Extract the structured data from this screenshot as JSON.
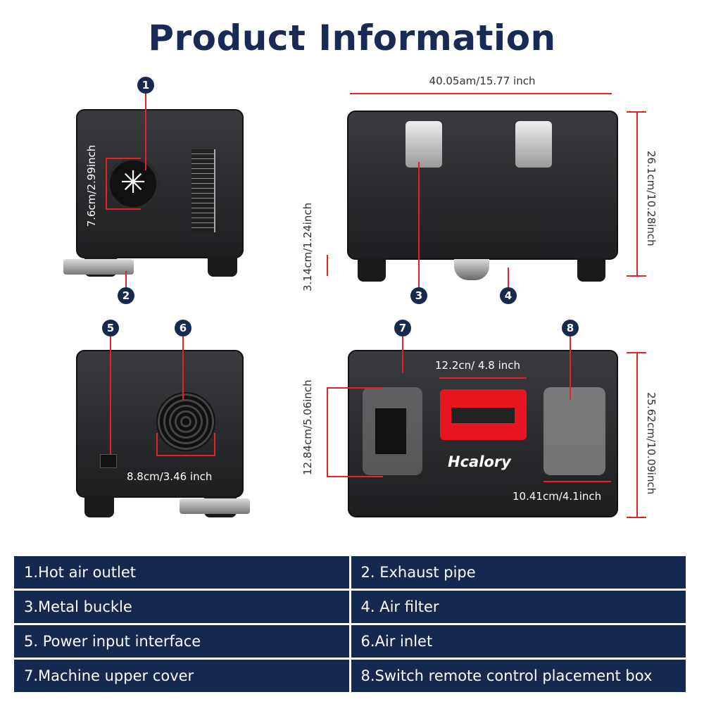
{
  "title": "Product Information",
  "brand": "Hcalory",
  "colors": {
    "navy": "#13294f",
    "dimension_red": "#e5222a",
    "handle_red": "#e8161e"
  },
  "callouts": [
    "1",
    "2",
    "3",
    "4",
    "5",
    "6",
    "7",
    "8"
  ],
  "dimensions": {
    "outlet_diameter": "7.6cm/2.99inch",
    "length": "40.05am/15.77 inch",
    "height": "26.1cm/10.28inch",
    "foot_height": "3.14cm/1.24inch",
    "inlet_width": "8.8cm/3.46 inch",
    "handle_width": "12.2cn/ 4.8 inch",
    "depth": "25.62cm/10.09inch",
    "window_height": "12.84cm/5.06inch",
    "box_width": "10.41cm/4.1inch"
  },
  "legend": [
    [
      "1.Hot air outlet",
      "2. Exhaust pipe"
    ],
    [
      "3.Metal buckle",
      "4. Air filter"
    ],
    [
      "5. Power input interface",
      "6.Air inlet"
    ],
    [
      "7.Machine upper cover",
      "8.Switch remote control placement box"
    ]
  ]
}
